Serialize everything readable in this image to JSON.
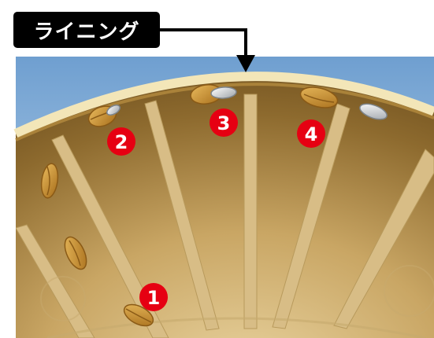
{
  "label": {
    "text": "ライニング"
  },
  "badges": [
    {
      "number": "1",
      "color": "#e60012"
    },
    {
      "number": "2",
      "color": "#e60012"
    },
    {
      "number": "3",
      "color": "#e60012"
    },
    {
      "number": "4",
      "color": "#e60012"
    }
  ],
  "colors": {
    "sky_top": "#6f9fd0",
    "sky_bottom": "#c6dcef",
    "lining_rim": "#f3e6b8",
    "drum_dark": "#7a5a24",
    "drum_light": "#d9c08a",
    "vane": "#d8bd86",
    "bean": "#c8902e",
    "badge": "#e60012"
  }
}
